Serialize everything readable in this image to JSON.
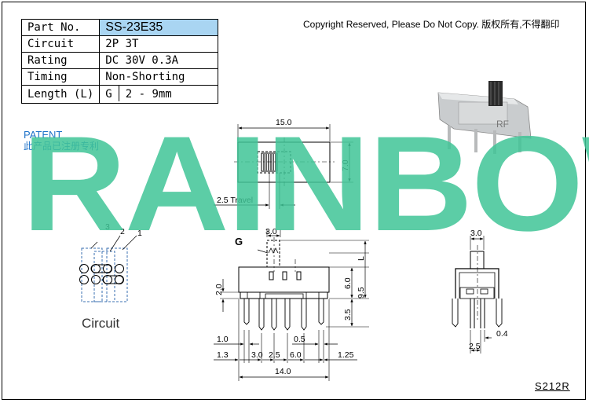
{
  "spec_table": {
    "rows": [
      {
        "label": "Part No.",
        "value": "SS-23E35"
      },
      {
        "label": "Circuit",
        "value": "2P 3T"
      },
      {
        "label": "Rating",
        "value": "DC 30V 0.3A"
      },
      {
        "label": "Timing",
        "value": "Non-Shorting"
      },
      {
        "label": "Length (L)",
        "value_code": "G",
        "value_range": "2 - 9mm"
      }
    ]
  },
  "copyright": "Copyright Reserved, Please Do Not Copy. 版权所有,不得翻印",
  "patent": {
    "title": "PATENT",
    "note": "此产品已注册专利"
  },
  "watermark": "RAINBOW",
  "circuit_label": "Circuit",
  "model_code": "S212R",
  "colors": {
    "watermark": "#40c496",
    "part_no_bg": "#a9d5f2",
    "patent": "#1f73c9"
  },
  "dimensions": {
    "top_width": "15.0",
    "top_height": "7.0",
    "travel": "2.5 Travel",
    "g_label": "G",
    "actuator_width": "3.0",
    "l_label": "L",
    "height_6": "6.0",
    "height_9_5": "9.5",
    "height_2": "2.0",
    "pin_3_5": "3.5",
    "left_1_0": "1.0",
    "right_0_5": "0.5",
    "left_1_3": "1.3",
    "pitch_3_0": "3.0",
    "pitch_2_5": "2.5",
    "pitch_6_0": "6.0",
    "right_1_25": "1.25",
    "total_14": "14.0",
    "side_3_0": "3.0",
    "side_0_4": "0.4",
    "side_2_5": "2.5",
    "circuit_pins": [
      "1",
      "2",
      "3"
    ],
    "photo_mark": "RF"
  }
}
